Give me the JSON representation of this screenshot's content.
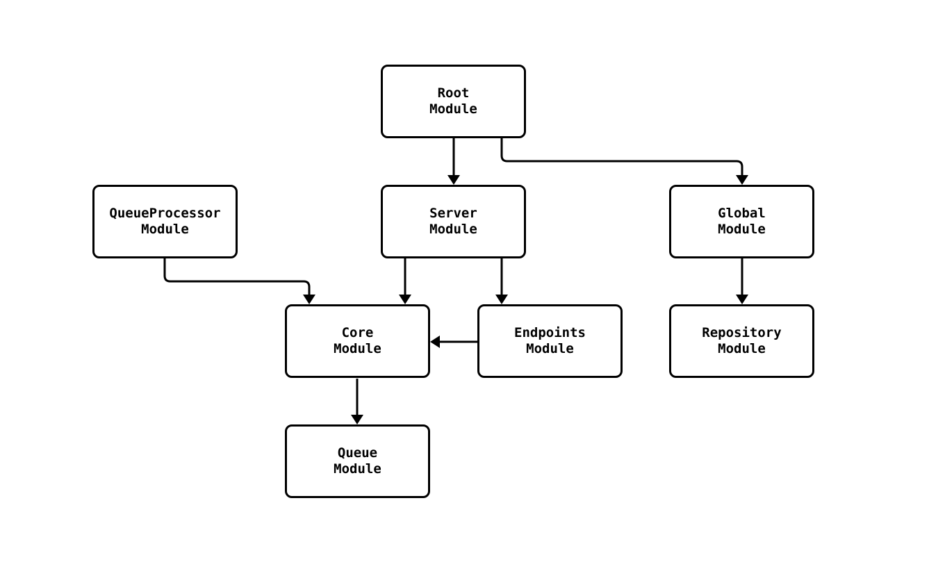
{
  "diagram": {
    "type": "flowchart",
    "direction": "top-down",
    "nodes": [
      {
        "id": "root",
        "line1": "Root",
        "line2": "Module"
      },
      {
        "id": "queueprocessor",
        "line1": "QueueProcessor",
        "line2": "Module"
      },
      {
        "id": "server",
        "line1": "Server",
        "line2": "Module"
      },
      {
        "id": "global",
        "line1": "Global",
        "line2": "Module"
      },
      {
        "id": "core",
        "line1": "Core",
        "line2": "Module"
      },
      {
        "id": "endpoints",
        "line1": "Endpoints",
        "line2": "Module"
      },
      {
        "id": "repository",
        "line1": "Repository",
        "line2": "Module"
      },
      {
        "id": "queue",
        "line1": "Queue",
        "line2": "Module"
      }
    ],
    "edges": [
      {
        "from": "root",
        "to": "server"
      },
      {
        "from": "root",
        "to": "global"
      },
      {
        "from": "queueprocessor",
        "to": "core"
      },
      {
        "from": "server",
        "to": "core"
      },
      {
        "from": "server",
        "to": "endpoints"
      },
      {
        "from": "endpoints",
        "to": "core"
      },
      {
        "from": "core",
        "to": "queue"
      },
      {
        "from": "global",
        "to": "repository"
      }
    ],
    "colors": {
      "background": "#ffffff",
      "node_fill": "#ffffff",
      "node_border": "#000000",
      "edge": "#000000",
      "text": "#000000"
    }
  }
}
